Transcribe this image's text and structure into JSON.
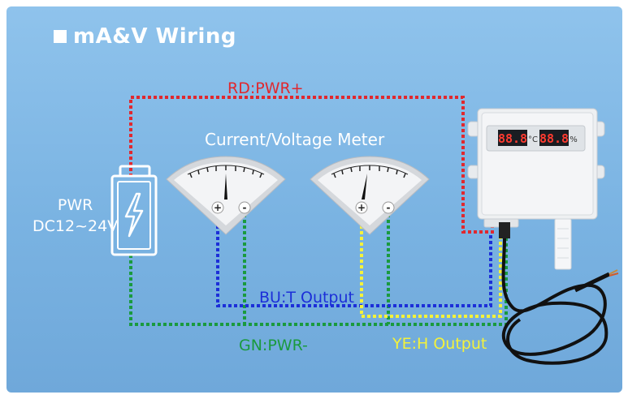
{
  "title": "mA&V Wiring",
  "labels": {
    "red": "RD:PWR+",
    "meter": "Current/Voltage Meter",
    "pwr_line1": "PWR",
    "pwr_line2": "DC12~24V",
    "blue": "BU:T Output",
    "green": "GN:PWR-",
    "yellow": "YE:H Output"
  },
  "meter_terminals": {
    "plus": "+",
    "minus": "-"
  },
  "device": {
    "display_left": "88.8",
    "unit_left": "°C",
    "display_right": "88.8",
    "unit_right": "%"
  },
  "colors": {
    "red": "#e0282e",
    "blue": "#1c2fd8",
    "green": "#1a9a3e",
    "yellow": "#f4f23a",
    "background": "#82b9e6"
  },
  "icons": [
    "battery-icon",
    "lightning-icon",
    "meter-icon",
    "sensor-transmitter-icon",
    "probe-cable-icon"
  ]
}
